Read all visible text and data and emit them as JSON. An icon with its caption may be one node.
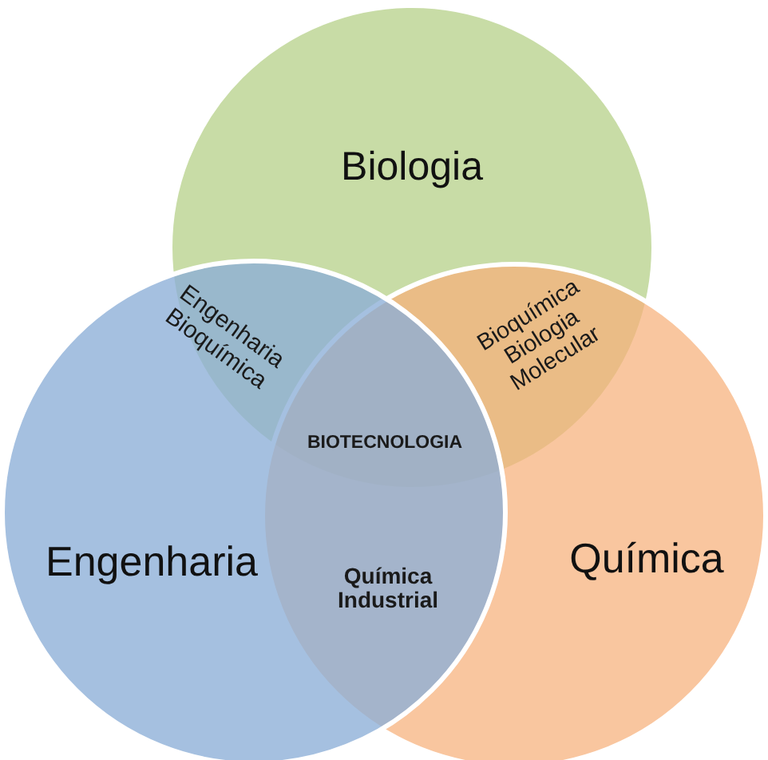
{
  "diagram": {
    "nodes": [
      {
        "text": [
          "Biologia"
        ]
      },
      {
        "text": [
          "Química"
        ]
      },
      {
        "text": [
          "Engenharia"
        ]
      }
    ],
    "labels": [
      "Engenharia Bioquímica",
      "Bioquímica Biologia Molecular",
      "BIOTECNOLOGIA",
      "Química Industrial"
    ]
  }
}
